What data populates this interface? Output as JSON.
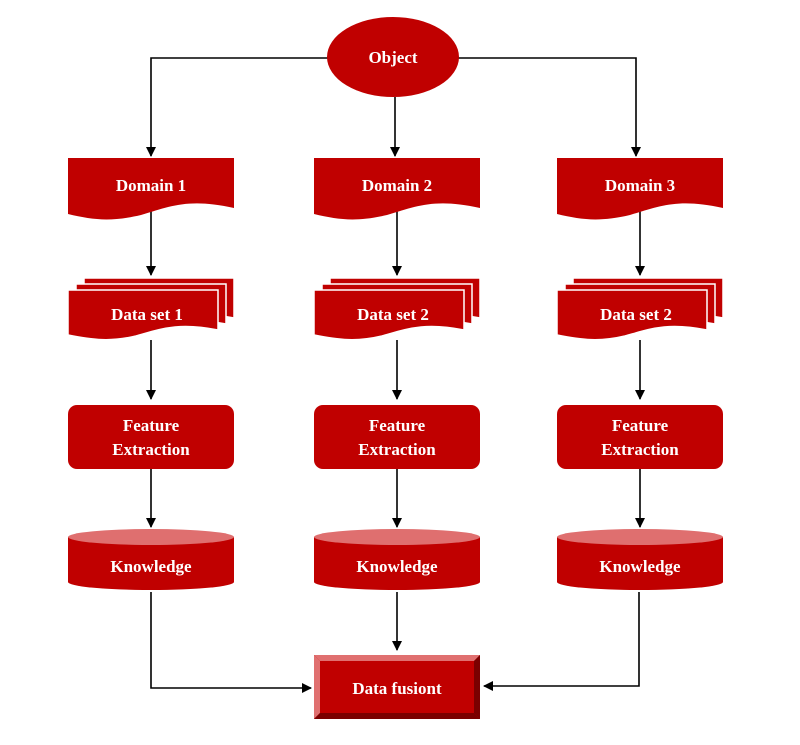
{
  "diagram": {
    "source": {
      "label": "Object"
    },
    "columns": [
      {
        "domain": "Domain 1",
        "dataset": "Data set 1",
        "feature": [
          "Feature",
          "Extraction"
        ],
        "knowledge": "Knowledge"
      },
      {
        "domain": "Domain 2",
        "dataset": "Data set 2",
        "feature": [
          "Feature",
          "Extraction"
        ],
        "knowledge": "Knowledge"
      },
      {
        "domain": "Domain 3",
        "dataset": "Data set 2",
        "feature": [
          "Feature",
          "Extraction"
        ],
        "knowledge": "Knowledge"
      }
    ],
    "sink": {
      "label": "Data fusiont"
    },
    "colors": {
      "fill": "#c00000",
      "cylinder_top": "#df6f6f",
      "bevel_light": "#e07070",
      "bevel_dark": "#7a0000",
      "line": "#000000",
      "text": "#ffffff"
    }
  }
}
